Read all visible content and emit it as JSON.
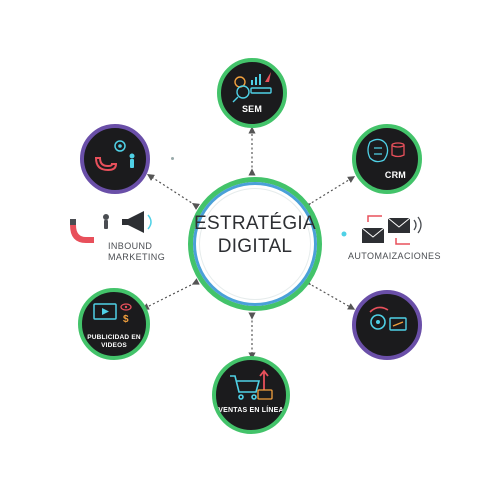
{
  "center": {
    "line1": "ESTRATÉGIA",
    "line2": "DIGITAL"
  },
  "nodes": {
    "sem": {
      "label": "SEM",
      "icons": [
        "dollar-icon",
        "magnifier-icon",
        "rocket-icon",
        "bar-chart-icon",
        "search-bar-icon"
      ]
    },
    "crm": {
      "label": "CRM",
      "icons": [
        "brain-circuit-icon",
        "database-icon"
      ]
    },
    "ventas": {
      "label": "VENTAS EN LÍNEA",
      "icons": [
        "shopping-cart-icon",
        "growth-arrow-icon",
        "credit-card-icon"
      ]
    },
    "publicidad": {
      "line1": "PUBLICIDAD EN",
      "line2": "VIDEOS",
      "icons": [
        "video-player-icon",
        "eye-icon",
        "dollar-icon"
      ]
    },
    "inbound_node": {
      "icons": [
        "magnet-icon",
        "gear-icon",
        "person-icon"
      ]
    },
    "process_node": {
      "icons": [
        "gears-icon",
        "refresh-arrows-icon",
        "dashboard-icon"
      ]
    }
  },
  "external": {
    "inbound": {
      "line1": "INBOUND",
      "line2": "MARKETING",
      "icons": [
        "magnet-icon",
        "megaphone-icon",
        "person-icon"
      ]
    },
    "automation": {
      "label": "AUTOMAIZACIONES",
      "icons": [
        "envelopes-icon",
        "cycle-arrows-icon",
        "wifi-icon"
      ]
    }
  },
  "colors": {
    "node_bg": "#1b1b1d",
    "ring_green": "#43c36a",
    "ring_blue": "#4aa0d8",
    "ring_purple": "#6a4fa8",
    "icon_cyan": "#4fd1e6",
    "icon_red": "#e8505b",
    "icon_orange": "#f2a03d",
    "connector": "#555555"
  }
}
